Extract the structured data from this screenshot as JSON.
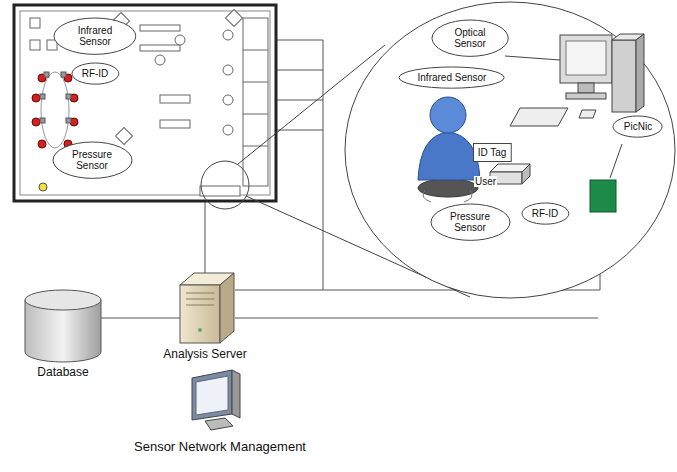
{
  "diagram": {
    "nodes": [
      {
        "text": [
          "Infrared Sensor"
        ]
      },
      {
        "text": [
          "RF-ID"
        ]
      },
      {
        "text": [
          "Pressure Sensor"
        ]
      },
      {
        "text": [
          "Optical Sensor"
        ]
      },
      {
        "text": [
          "Infrared Sensor"
        ]
      },
      {
        "text": [
          "PicNic"
        ]
      },
      {
        "text": [
          "ID Tag"
        ]
      },
      {
        "text": [
          "Pressure Sensor"
        ]
      },
      {
        "text": [
          "RF-ID"
        ]
      },
      {
        "text": [
          "Database"
        ]
      },
      {
        "text": [
          "Analysis Server"
        ]
      },
      {
        "text": [
          "Sensor Network Management"
        ]
      }
    ],
    "edges": [
      {
        "from": 9,
        "to": 10,
        "arrow": "none"
      }
    ],
    "labels": [
      "User"
    ]
  }
}
